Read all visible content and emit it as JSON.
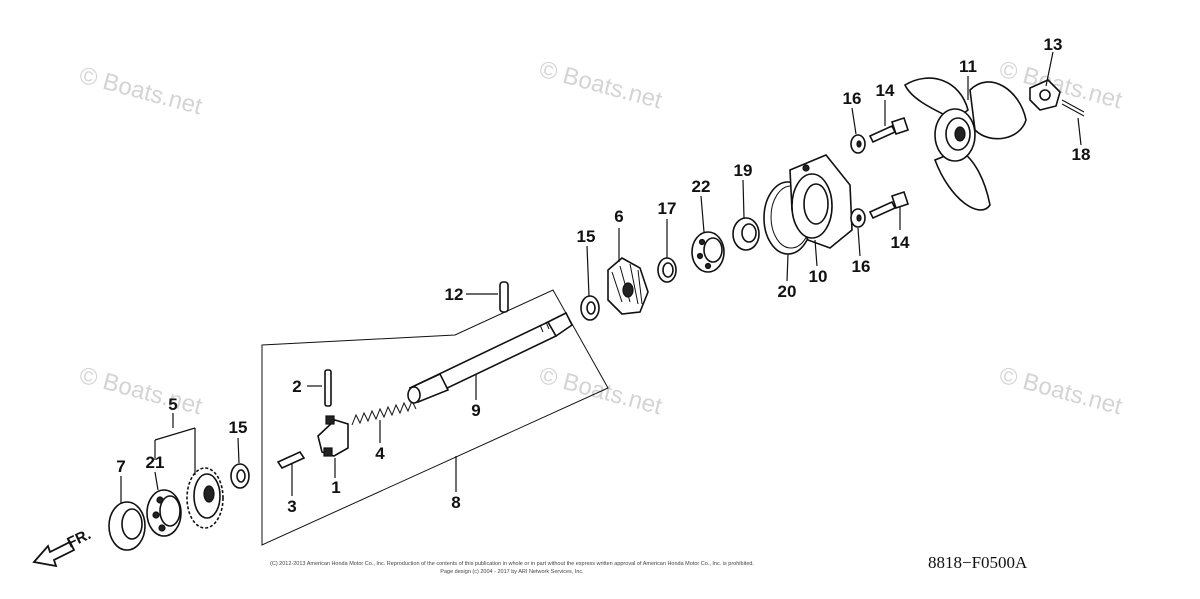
{
  "watermarks": [
    "© Boats.net",
    "© Boats.net",
    "© Boats.net",
    "© Boats.net",
    "© Boats.net",
    "© Boats.net"
  ],
  "callouts": [
    {
      "id": "c1",
      "label": "1"
    },
    {
      "id": "c2",
      "label": "2"
    },
    {
      "id": "c3",
      "label": "3"
    },
    {
      "id": "c4",
      "label": "4"
    },
    {
      "id": "c5",
      "label": "5"
    },
    {
      "id": "c6",
      "label": "6"
    },
    {
      "id": "c7",
      "label": "7"
    },
    {
      "id": "c8",
      "label": "8"
    },
    {
      "id": "c9",
      "label": "9"
    },
    {
      "id": "c10",
      "label": "10"
    },
    {
      "id": "c11",
      "label": "11"
    },
    {
      "id": "c12",
      "label": "12"
    },
    {
      "id": "c13",
      "label": "13"
    },
    {
      "id": "c14a",
      "label": "14"
    },
    {
      "id": "c14b",
      "label": "14"
    },
    {
      "id": "c15a",
      "label": "15"
    },
    {
      "id": "c15b",
      "label": "15"
    },
    {
      "id": "c16a",
      "label": "16"
    },
    {
      "id": "c16b",
      "label": "16"
    },
    {
      "id": "c17",
      "label": "17"
    },
    {
      "id": "c18",
      "label": "18"
    },
    {
      "id": "c19",
      "label": "19"
    },
    {
      "id": "c20",
      "label": "20"
    },
    {
      "id": "c21",
      "label": "21"
    },
    {
      "id": "c22",
      "label": "22"
    }
  ],
  "front_indicator": "FR.",
  "figure_code": "8818−F0500A",
  "copyright_line1": "(C) 2012-2013 American Honda Motor Co., Inc. Reproduction of the contents of this publication in whole or in part without the express written approval of American Honda Motor Co., Inc. is prohibited.",
  "copyright_line2": "Page design (c) 2004 - 2017 by ARI Network Services, Inc."
}
